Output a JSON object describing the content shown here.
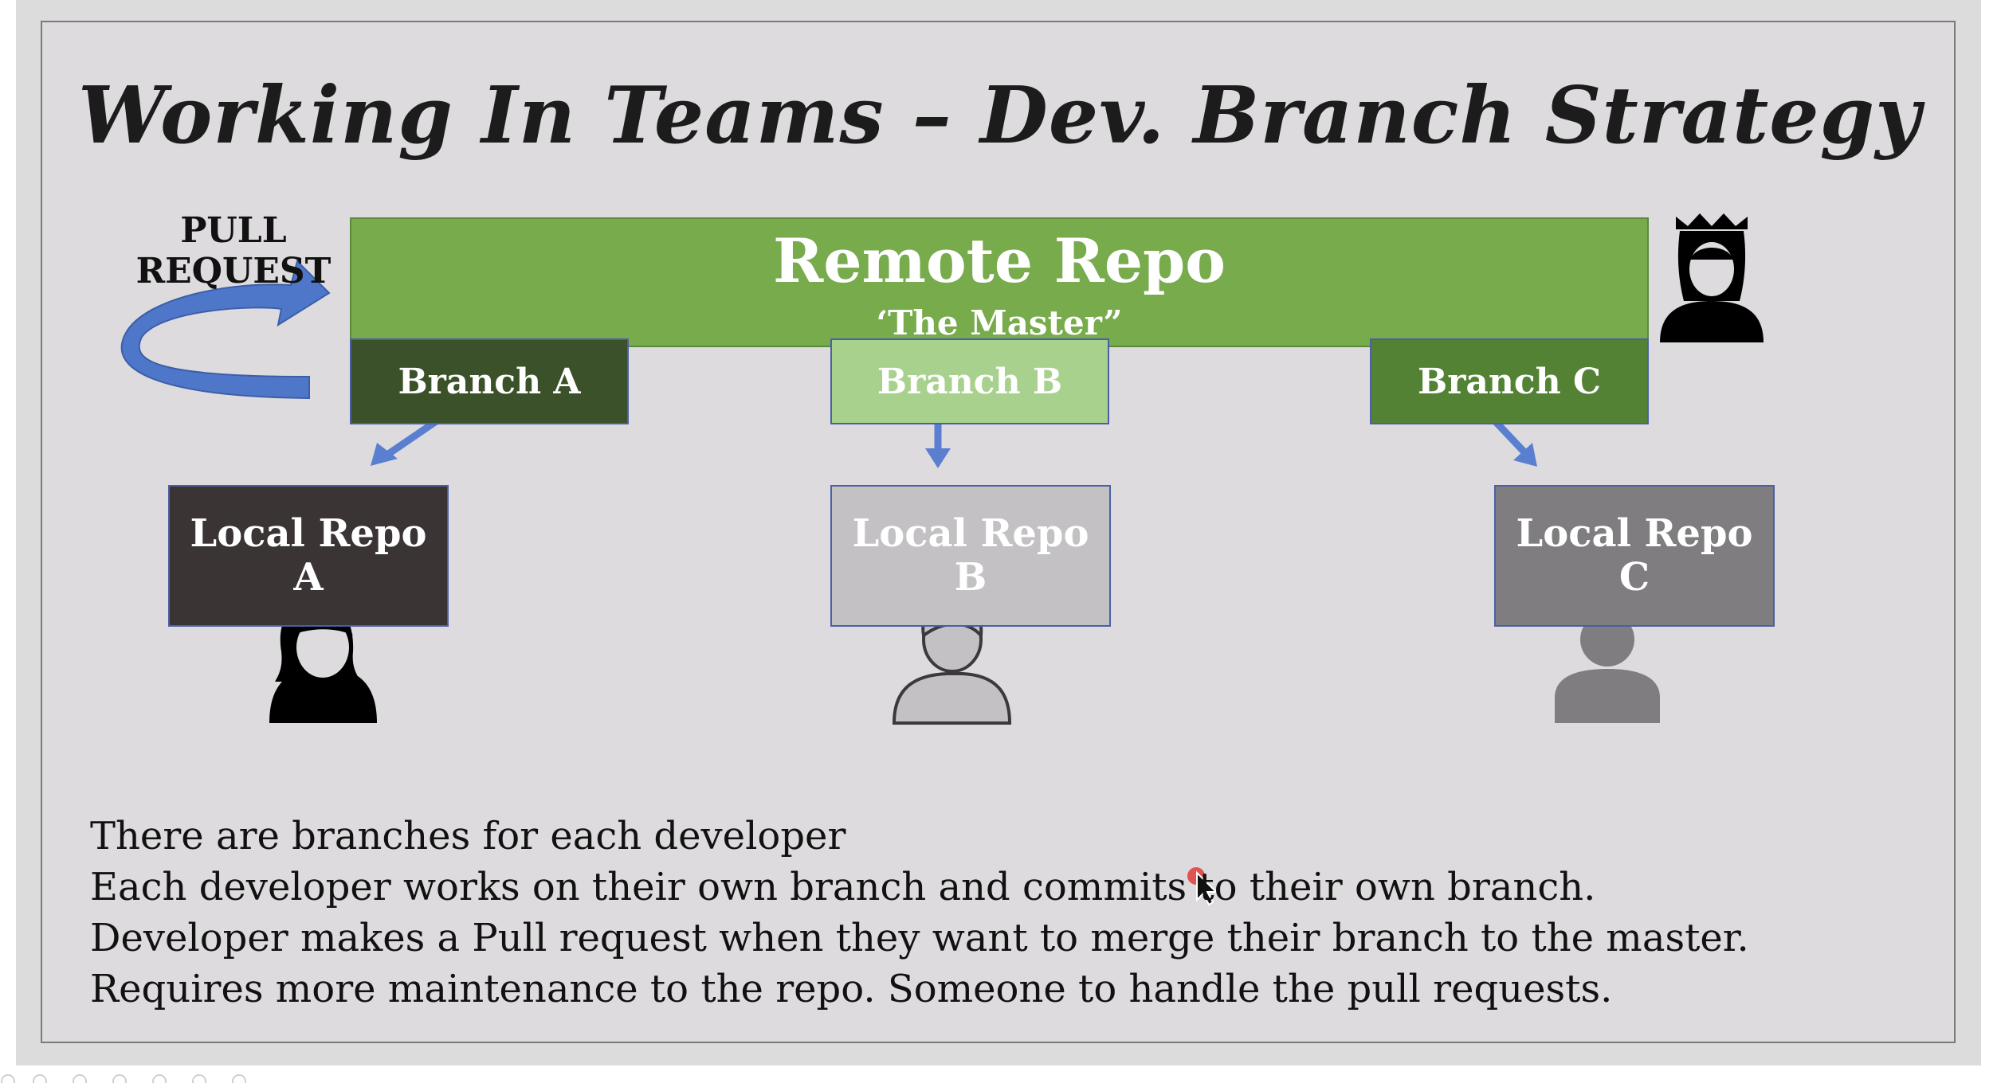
{
  "slide": {
    "title": "Working In Teams – Dev. Branch Strategy",
    "pull_request_label": "PULL REQUEST",
    "remote": {
      "title": "Remote Repo",
      "subtitle": "‘The Master”"
    },
    "branches": [
      {
        "label": "Branch A"
      },
      {
        "label": "Branch B"
      },
      {
        "label": "Branch C"
      }
    ],
    "local_repos": [
      {
        "line1": "Local Repo",
        "line2": "A"
      },
      {
        "line1": "Local Repo",
        "line2": "B"
      },
      {
        "line1": "Local Repo",
        "line2": "C"
      }
    ],
    "bullets": [
      "There are branches for each developer",
      "Each developer works on their own branch and commits to their own branch.",
      "Developer makes a Pull request when they want to merge their branch to the master.",
      "Requires more maintenance to the repo. Someone to handle the pull requests."
    ]
  },
  "icons": {
    "owner": "queen-icon",
    "developer_a": "woman-developer-icon",
    "developer_b": "man-developer-icon",
    "developer_c": "generic-user-icon",
    "pull_arrow": "curved-arrow-icon",
    "cursor": "mouse-pointer-icon"
  },
  "colors": {
    "remote_green": "#77ab4c",
    "branch_a": "#3b5129",
    "branch_b": "#a9d18e",
    "branch_c": "#548235",
    "local_a": "#3a3435",
    "local_b": "#c3c1c4",
    "local_c": "#7f7d80",
    "arrow_blue": "#5b7fd0"
  }
}
